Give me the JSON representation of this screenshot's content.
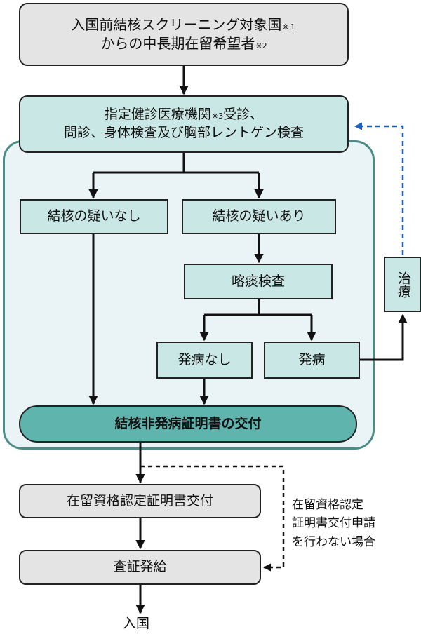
{
  "nodes": {
    "start_line1": "入国前結核スクリーニング対象国",
    "start_note1": "※１",
    "start_line2": "からの中長期在留希望者",
    "start_note2": "※2",
    "clinic_line1a": "指定健診医療機関",
    "clinic_note": "※3",
    "clinic_line1b": "受診、",
    "clinic_line2": "問診、身体検査及び胸部レントゲン検査",
    "no_suspicion": "結核の疑いなし",
    "suspicion": "結核の疑いあり",
    "sputum_test": "喀痰検査",
    "no_onset": "発病なし",
    "onset": "発病",
    "treatment": "治療",
    "certificate": "結核非発病証明書の交付",
    "coe": "在留資格認定証明書交付",
    "visa": "査証発給",
    "entry": "入国"
  },
  "side_note": {
    "line1": "在留資格認定",
    "line2": "証明書交付申請",
    "line3": "を行わない場合"
  },
  "colors": {
    "gray_box": "#e4e4e4",
    "mint_box": "#c9e7e5",
    "teal_box": "#5fb4ae",
    "panel_fill": "#eaf4f7",
    "panel_border": "#4d8c86",
    "dashed_blue": "#1f5fc4"
  }
}
